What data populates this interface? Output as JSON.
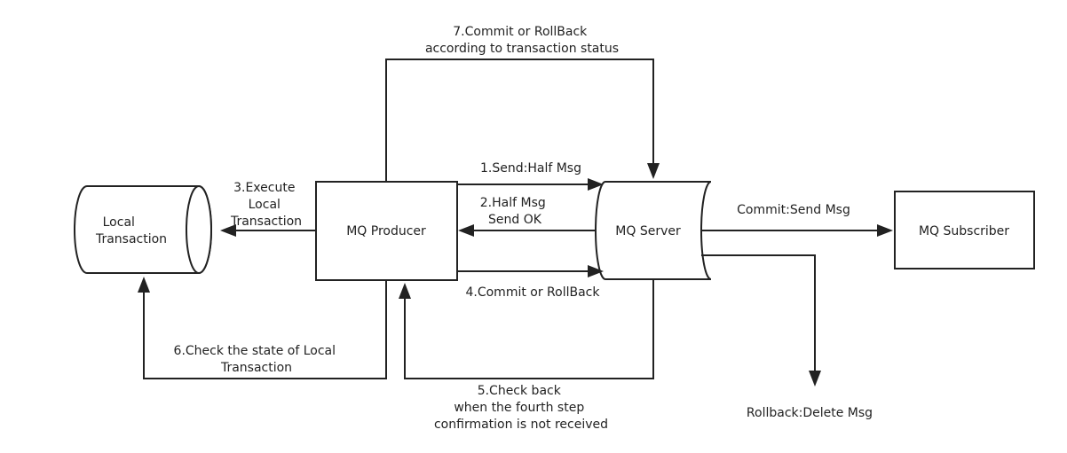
{
  "nodes": {
    "local_transaction": [
      "Local",
      "Transaction"
    ],
    "mq_producer": "MQ Producer",
    "mq_server": "MQ Server",
    "mq_subscriber": "MQ Subscriber"
  },
  "edges": {
    "step1": "1.Send:Half Msg",
    "step2": [
      "2.Half Msg",
      "Send OK"
    ],
    "step3": [
      "3.Execute",
      "Local",
      "Transaction"
    ],
    "step4": "4.Commit or RollBack",
    "step5": [
      "5.Check back",
      "when the fourth step",
      "confirmation is not received"
    ],
    "step6": [
      "6.Check the state of Local",
      "Transaction"
    ],
    "step7": [
      "7.Commit or RollBack",
      "according to transaction status"
    ],
    "commit_send": "Commit:Send Msg",
    "rollback_delete": "Rollback:Delete Msg"
  }
}
